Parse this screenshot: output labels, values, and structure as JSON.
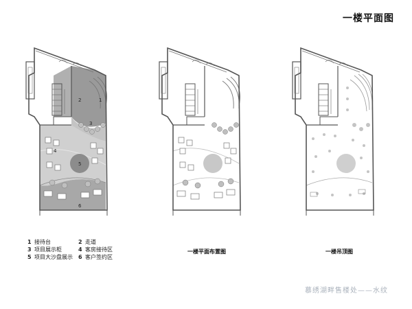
{
  "page": {
    "title": "一楼平面图"
  },
  "legend": {
    "items": [
      {
        "num": "1",
        "label": "接待台"
      },
      {
        "num": "2",
        "label": "走道"
      },
      {
        "num": "3",
        "label": "项目展示柜"
      },
      {
        "num": "4",
        "label": "客房接待区"
      },
      {
        "num": "5",
        "label": "项目大沙盘展示"
      },
      {
        "num": "6",
        "label": "客户签约区"
      }
    ]
  },
  "plans": [
    {
      "caption": "",
      "zone_labels": [
        "1",
        "2",
        "3",
        "4",
        "5",
        "6"
      ]
    },
    {
      "caption": "一楼平面布置图"
    },
    {
      "caption": "一楼吊顶图"
    }
  ],
  "footer": {
    "text": "慕绣湖畔售楼处——水纹"
  },
  "colors": {
    "wall": "#555555",
    "zone_dark": "#9a9a9a",
    "zone_mid": "#b9b9b9",
    "zone_light": "#d2d2d2",
    "sandtable": "#8c8c8c",
    "furniture": "#bfbfbf",
    "footer": "#aab2bc"
  }
}
